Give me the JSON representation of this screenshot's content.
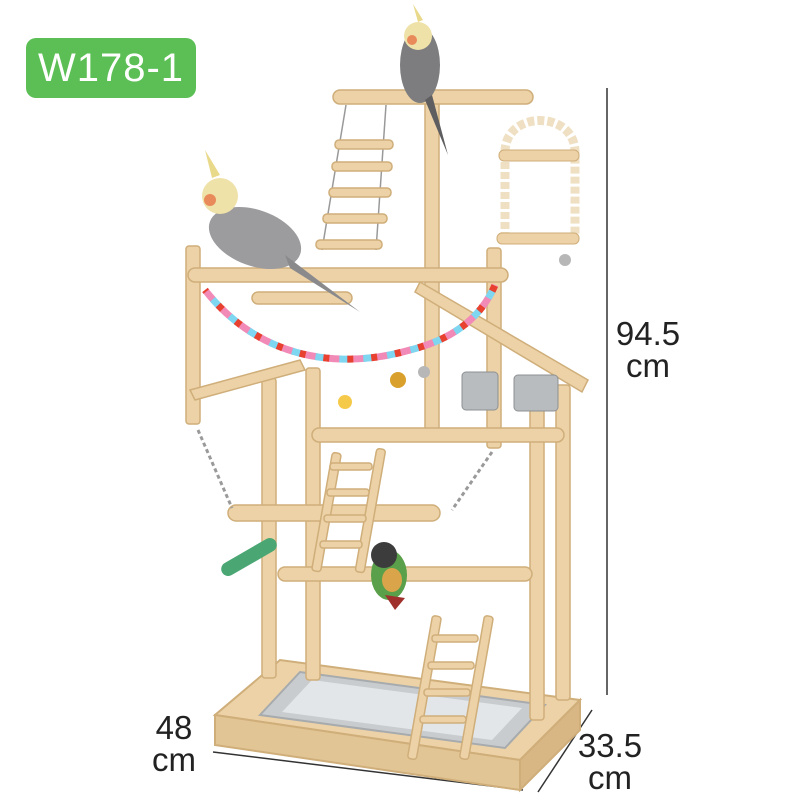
{
  "badge": {
    "text": "W178-1",
    "color": "#5bbf55"
  },
  "dimensions": {
    "height": {
      "value": "94.5",
      "unit": "cm"
    },
    "width": {
      "value": "48",
      "unit": "cm"
    },
    "depth": {
      "value": "33.5",
      "unit": "cm"
    }
  },
  "colors": {
    "wood": "#ecd2a6",
    "wood_dark": "#cfae7a",
    "tray": "#c9ccce",
    "dimension_line": "#333333"
  },
  "toy_chain_colors": [
    "#f7e24a",
    "#7fd6f0",
    "#f28ab8",
    "#9b7be0",
    "#e8412f",
    "#6fd07a",
    "#3f7df0",
    "#f5a13a",
    "#d74ac3"
  ]
}
